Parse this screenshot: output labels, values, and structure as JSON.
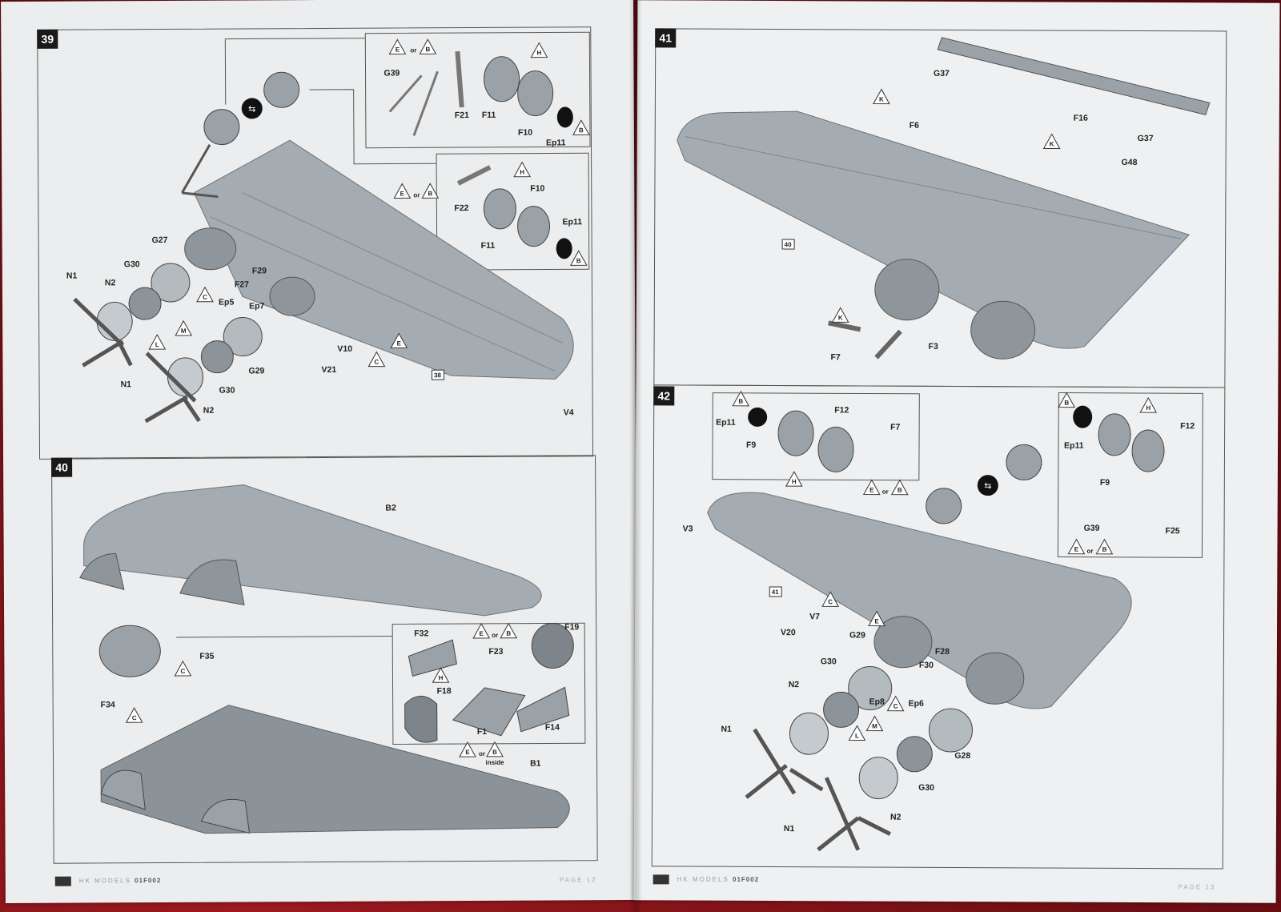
{
  "left_page": {
    "footer_brand": "HK MODELS",
    "footer_code": "01F002",
    "page_label": "PAGE 12",
    "steps": [
      {
        "number": "39"
      },
      {
        "number": "40"
      }
    ]
  },
  "right_page": {
    "footer_brand": "HK MODELS",
    "footer_code": "01F002",
    "page_label": "PAGE 13",
    "steps": [
      {
        "number": "41"
      },
      {
        "number": "42"
      }
    ]
  },
  "step39": {
    "parts": [
      "G39",
      "F21",
      "F11",
      "F10",
      "Ep11",
      "F22",
      "F11",
      "F10",
      "Ep11",
      "G27",
      "G30",
      "N1",
      "N2",
      "F29",
      "F27",
      "Ep5",
      "Ep7",
      "N1",
      "G30",
      "G29",
      "N2",
      "V10",
      "V21",
      "V4"
    ],
    "ref_box": "38",
    "or": "or",
    "tri_labels": [
      "E",
      "B",
      "H",
      "B",
      "E",
      "B",
      "H",
      "B",
      "C",
      "M",
      "L",
      "C",
      "E"
    ]
  },
  "step40": {
    "parts": [
      "B2",
      "F32",
      "F23",
      "F19",
      "F18",
      "F1",
      "F14",
      "F35",
      "F34",
      "B1"
    ],
    "or": "or",
    "inside": "inside",
    "tri_labels": [
      "E",
      "B",
      "H",
      "C",
      "C",
      "E",
      "B"
    ]
  },
  "step41": {
    "parts": [
      "G37",
      "F16",
      "F6",
      "G37",
      "G48",
      "F7",
      "F3"
    ],
    "ref_box": "40",
    "tri_labels": [
      "K",
      "K",
      "K"
    ]
  },
  "step42": {
    "parts": [
      "Ep11",
      "F12",
      "F9",
      "F7",
      "Ep11",
      "F12",
      "F9",
      "G39",
      "F25",
      "V3",
      "V7",
      "V20",
      "G29",
      "G30",
      "N2",
      "F28",
      "F30",
      "Ep8",
      "Ep6",
      "N1",
      "G28",
      "G30",
      "N2",
      "N1"
    ],
    "ref_box": "41",
    "or": "or",
    "tri_labels": [
      "B",
      "H",
      "E",
      "B",
      "B",
      "H",
      "E",
      "B",
      "C",
      "E",
      "C",
      "L",
      "M"
    ]
  },
  "colors": {
    "paper": "#ecedee",
    "part_grey": "#9aa2a8",
    "background_cloth": "#7a1418"
  }
}
